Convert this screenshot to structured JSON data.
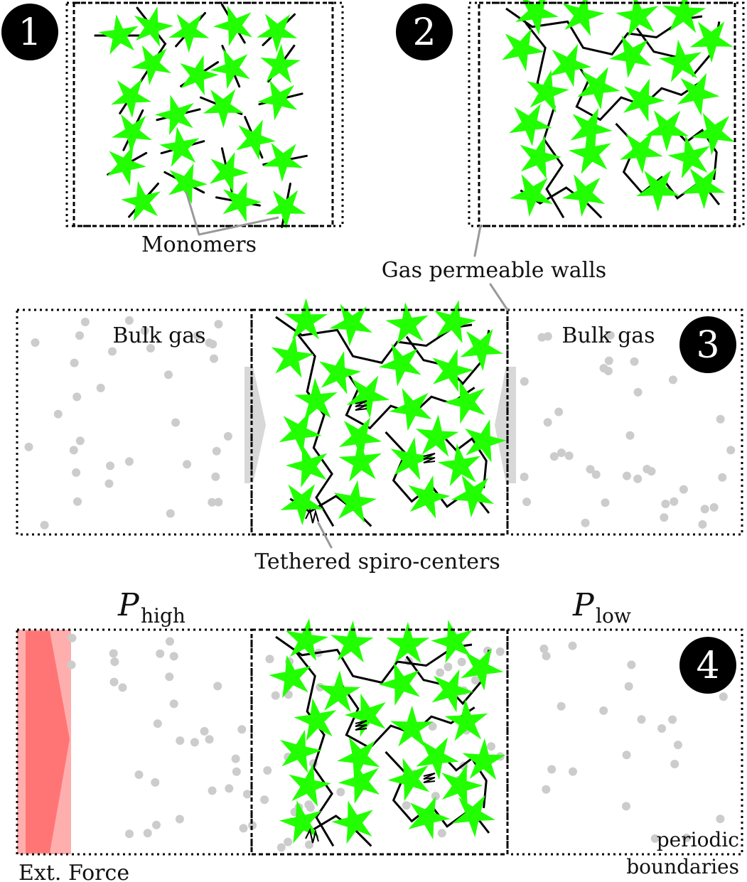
{
  "steps": [
    "1",
    "2",
    "3",
    "4"
  ],
  "labels": {
    "monomers": "Monomers",
    "gas_walls": "Gas permeable walls",
    "bulk_gas_left": "Bulk gas",
    "bulk_gas_right": "Bulk gas",
    "spiro": "Tethered spiro-centers",
    "p_high_symbol": "P",
    "p_high_sub": "high",
    "p_low_symbol": "P",
    "p_low_sub": "low",
    "ext_force": "Ext. Force",
    "periodic_1": "periodic",
    "periodic_2": "boundaries"
  },
  "colors": {
    "monomer": "#22ff00",
    "chain": "#000000",
    "gas": "#cccccc",
    "badge": "#000000",
    "force": "#ff6b6b",
    "arrow": "#d8d8d8"
  }
}
